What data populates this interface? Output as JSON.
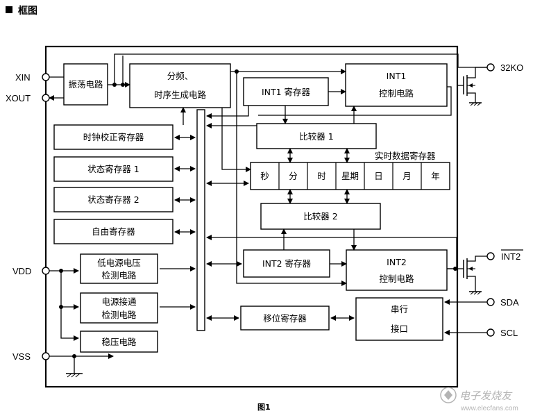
{
  "header": {
    "title": "框图"
  },
  "pins": {
    "xin": "XIN",
    "xout": "XOUT",
    "vdd": "VDD",
    "vss": "VSS",
    "ko32": "32KO",
    "int2": "INT2",
    "sda": "SDA",
    "scl": "SCL"
  },
  "blocks": {
    "oscillator": "振荡电路",
    "divider_line1": "分频、",
    "divider_line2": "时序生成电路",
    "int1_ctrl_line1": "INT1",
    "int1_ctrl_line2": "控制电路",
    "int1_reg": "INT1 寄存器",
    "clock_adj": "时钟校正寄存器",
    "status1": "状态寄存器 1",
    "status2": "状态寄存器 2",
    "free_reg": "自由寄存器",
    "comparator1": "比较器 1",
    "rtc_label": "实时数据寄存器",
    "rtc_cells": [
      "秒",
      "分",
      "时",
      "星期",
      "日",
      "月",
      "年"
    ],
    "comparator2": "比较器 2",
    "lv_detect_line1": "低电源电压",
    "lv_detect_line2": "检测电路",
    "int2_reg": "INT2 寄存器",
    "int2_ctrl_line1": "INT2",
    "int2_ctrl_line2": "控制电路",
    "power_on_line1": "电源接通",
    "power_on_line2": "检测电路",
    "shift_reg": "移位寄存器",
    "serial_line1": "串行",
    "serial_line2": "接口",
    "regulator": "稳压电路"
  },
  "caption": "图1",
  "watermark": {
    "text": "电子发烧友",
    "url": "www.elecfans.com"
  }
}
